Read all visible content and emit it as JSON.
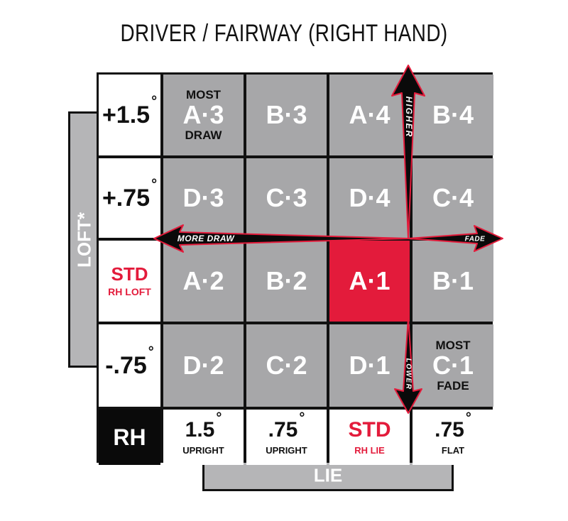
{
  "title": "DRIVER / FAIRWAY (RIGHT HAND)",
  "axes": {
    "loft_label": "LOFT*",
    "lie_label": "LIE"
  },
  "loft_rows": [
    {
      "value": "+1.5",
      "degree": "°"
    },
    {
      "value": "+.75",
      "degree": "°"
    },
    {
      "value": "STD",
      "sub": "RH LOFT"
    },
    {
      "value": "-.75",
      "degree": "°"
    }
  ],
  "grid": [
    [
      {
        "code": "A·3",
        "top": "MOST",
        "bottom": "DRAW"
      },
      {
        "code": "B·3"
      },
      {
        "code": "A·4"
      },
      {
        "code": "B·4"
      }
    ],
    [
      {
        "code": "D·3"
      },
      {
        "code": "C·3"
      },
      {
        "code": "D·4"
      },
      {
        "code": "C·4"
      }
    ],
    [
      {
        "code": "A·2"
      },
      {
        "code": "B·2"
      },
      {
        "code": "A·1",
        "highlight": true
      },
      {
        "code": "B·1"
      }
    ],
    [
      {
        "code": "D·2"
      },
      {
        "code": "C·2"
      },
      {
        "code": "D·1"
      },
      {
        "code": "C·1",
        "top": "MOST",
        "bottom": "FADE"
      }
    ]
  ],
  "lie_row": {
    "corner": "RH",
    "cells": [
      {
        "value": "1.5",
        "degree": "°",
        "sub": "UPRIGHT"
      },
      {
        "value": ".75",
        "degree": "°",
        "sub": "UPRIGHT"
      },
      {
        "value": "STD",
        "sub": "RH LIE"
      },
      {
        "value": ".75",
        "degree": "°",
        "sub": "FLAT"
      }
    ]
  },
  "arrows": {
    "up": "HIGHER",
    "down": "LOWER",
    "left": "MORE DRAW",
    "right": "FADE"
  },
  "colors": {
    "highlight": "#e31b3b",
    "cell": "#a7a7a9",
    "grid": "#111111",
    "arrow_outline": "#e31b3b"
  }
}
